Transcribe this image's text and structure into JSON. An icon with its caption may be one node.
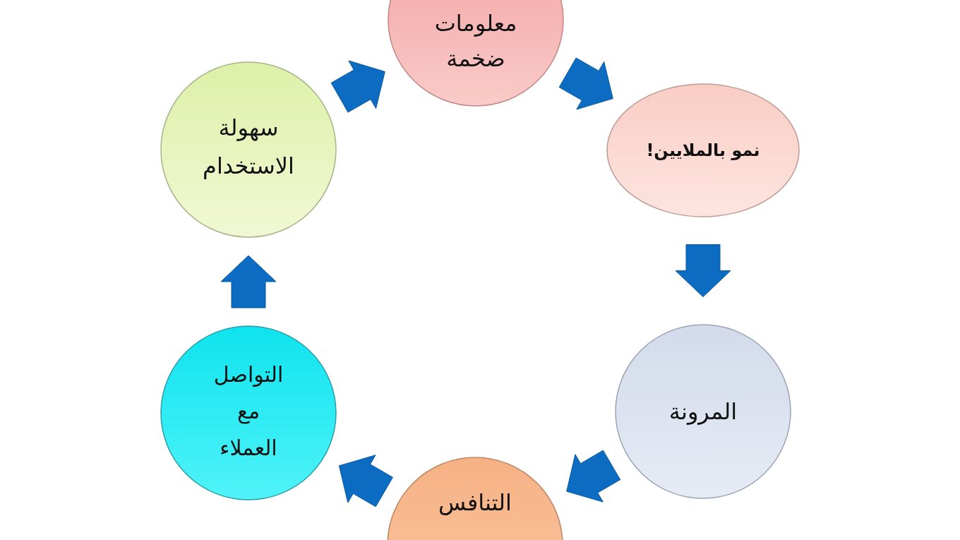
{
  "diagram": {
    "nodes": [
      {
        "text": [
          "معلومات ضخمة"
        ]
      },
      {
        "text": [
          "نمو بالملايين!"
        ]
      },
      {
        "text": [
          "المرونة"
        ]
      },
      {
        "text": [
          "التنافس"
        ]
      },
      {
        "text": [
          "التواصل مع العملاء"
        ]
      },
      {
        "text": [
          "سهولة الاستخدام"
        ]
      }
    ],
    "edges": [
      {
        "from": 0,
        "to": 1,
        "arrow": "to"
      },
      {
        "from": 1,
        "to": 2,
        "arrow": "to"
      },
      {
        "from": 2,
        "to": 3,
        "arrow": "to"
      },
      {
        "from": 3,
        "to": 4,
        "arrow": "to"
      },
      {
        "from": 4,
        "to": 5,
        "arrow": "to"
      },
      {
        "from": 5,
        "to": 0,
        "arrow": "to"
      }
    ]
  }
}
